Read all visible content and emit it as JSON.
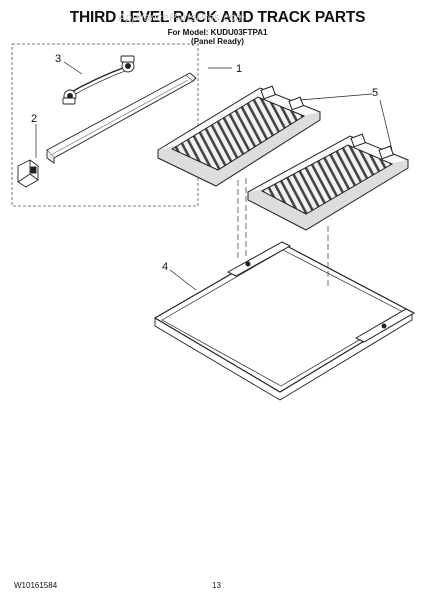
{
  "header": {
    "title": "THIRD LEVEL RACK AND TRACK PARTS",
    "model_line": "For Model: KUDU03FTPA1",
    "variant_line": "(Panel Ready)",
    "watermark": "AppliancePartsPros.com"
  },
  "footer": {
    "doc_number": "W10161584",
    "page_number": "13"
  },
  "callouts": [
    "1",
    "2",
    "3",
    "4",
    "5"
  ]
}
